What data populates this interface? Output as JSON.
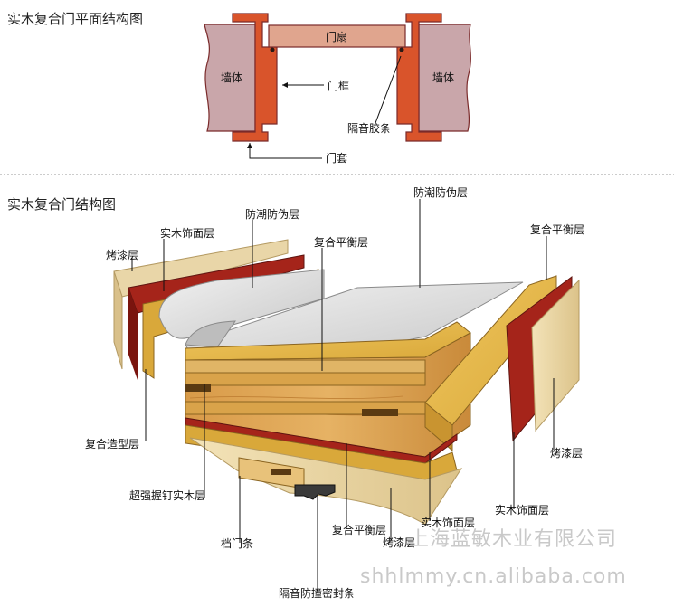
{
  "plan": {
    "title": "实木复合门平面结构图",
    "labels": {
      "door_leaf": "门扇",
      "wall_left": "墙体",
      "wall_right": "墙体",
      "door_frame": "门框",
      "seal_strip": "隔音胶条",
      "door_casing": "门套"
    }
  },
  "section": {
    "title": "实木复合门结构图",
    "labels": {
      "bake_paint_left": "烤漆层",
      "veneer_left": "实木饰面层",
      "moisture_left": "防潮防伪层",
      "balance_top_mid": "复合平衡层",
      "moisture_top": "防潮防伪层",
      "balance_right": "复合平衡层",
      "composite_shape": "复合造型层",
      "nail_grip": "超强握钉实木层",
      "stop_strip": "档门条",
      "seal": "隔音防撞密封条",
      "balance_bottom": "复合平衡层",
      "bake_paint_bottom": "烤漆层",
      "veneer_bottom": "实木饰面层",
      "veneer_right": "实木饰面层",
      "bake_paint_right": "烤漆层"
    }
  },
  "watermark": {
    "cn": "上海蓝敏木业有限公司",
    "url": "shhlmmy.cn.alibaba.com"
  },
  "colors": {
    "wall": "#c9a6aa",
    "frame": "#d9542b",
    "door_leaf": "#e0a58e",
    "wood_light": "#e8c27a",
    "wood_mid": "#d9a34a",
    "veneer": "#8b1a12",
    "paint": "#e9d6a8",
    "foil": "#d8d8d8"
  }
}
